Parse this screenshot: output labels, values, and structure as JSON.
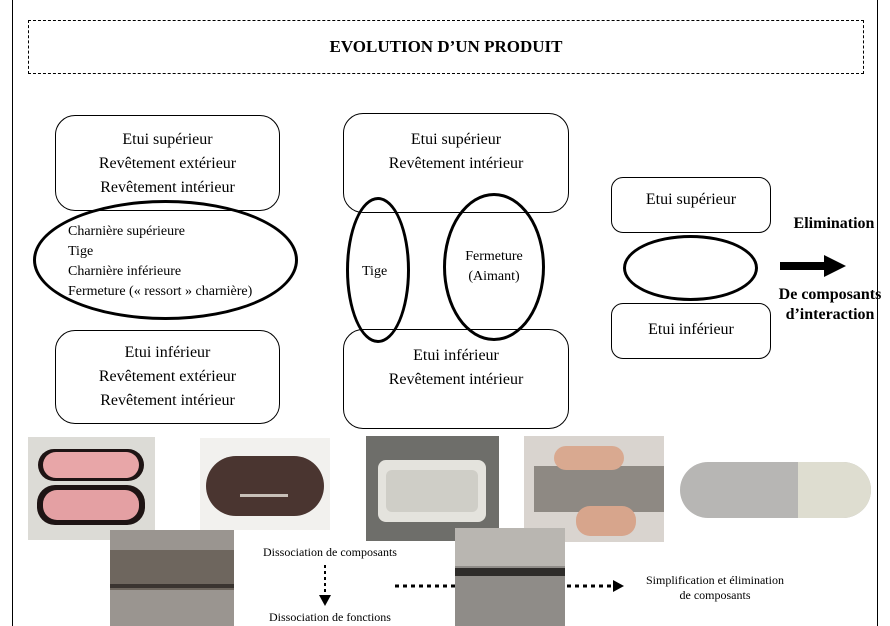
{
  "title": "EVOLUTION D’UN PRODUIT",
  "col1": {
    "top": [
      "Etui supérieur",
      "Revêtement extérieur",
      "Revêtement intérieur"
    ],
    "middle": [
      "Charnière supérieure",
      "Tige",
      "Charnière inférieure",
      "Fermeture (« ressort » charnière)"
    ],
    "bottom": [
      "Etui inférieur",
      "Revêtement extérieur",
      "Revêtement intérieur"
    ]
  },
  "col2": {
    "top": [
      "Etui supérieur",
      "Revêtement intérieur"
    ],
    "left_ellipse": "Tige",
    "right_ellipse": [
      "Fermeture",
      "(Aimant)"
    ],
    "bottom": [
      "Etui inférieur",
      "Revêtement intérieur"
    ]
  },
  "col3": {
    "top": "Etui supérieur",
    "bottom": "Etui inférieur"
  },
  "elimination": {
    "line1": "Elimination",
    "line2": "De composants",
    "line3": "d’interaction"
  },
  "captions": {
    "dissociation_composants": "Dissociation de composants",
    "dissociation_fonctions": "Dissociation de fonctions",
    "simplification_line1": "Simplification et élimination",
    "simplification_line2": "de composants"
  }
}
